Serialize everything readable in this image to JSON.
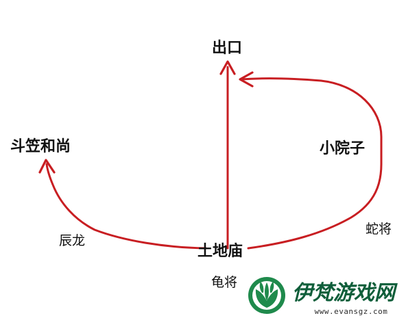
{
  "diagram": {
    "nodes": {
      "exit": "出口",
      "monk": "斗笠和尚",
      "courtyard": "小院子",
      "temple": "土地庙"
    },
    "edge_labels": {
      "chenlong": "辰龙",
      "snake_general": "蛇将",
      "turtle_general": "龟将"
    }
  },
  "watermark": {
    "name": "伊梵游戏网",
    "url": "www.evansgz.com",
    "logo_icon": "tulip-leaf-logo-icon"
  },
  "colors": {
    "route": "#c81e22",
    "text": "#111111",
    "logo": "#1f8a4c"
  }
}
